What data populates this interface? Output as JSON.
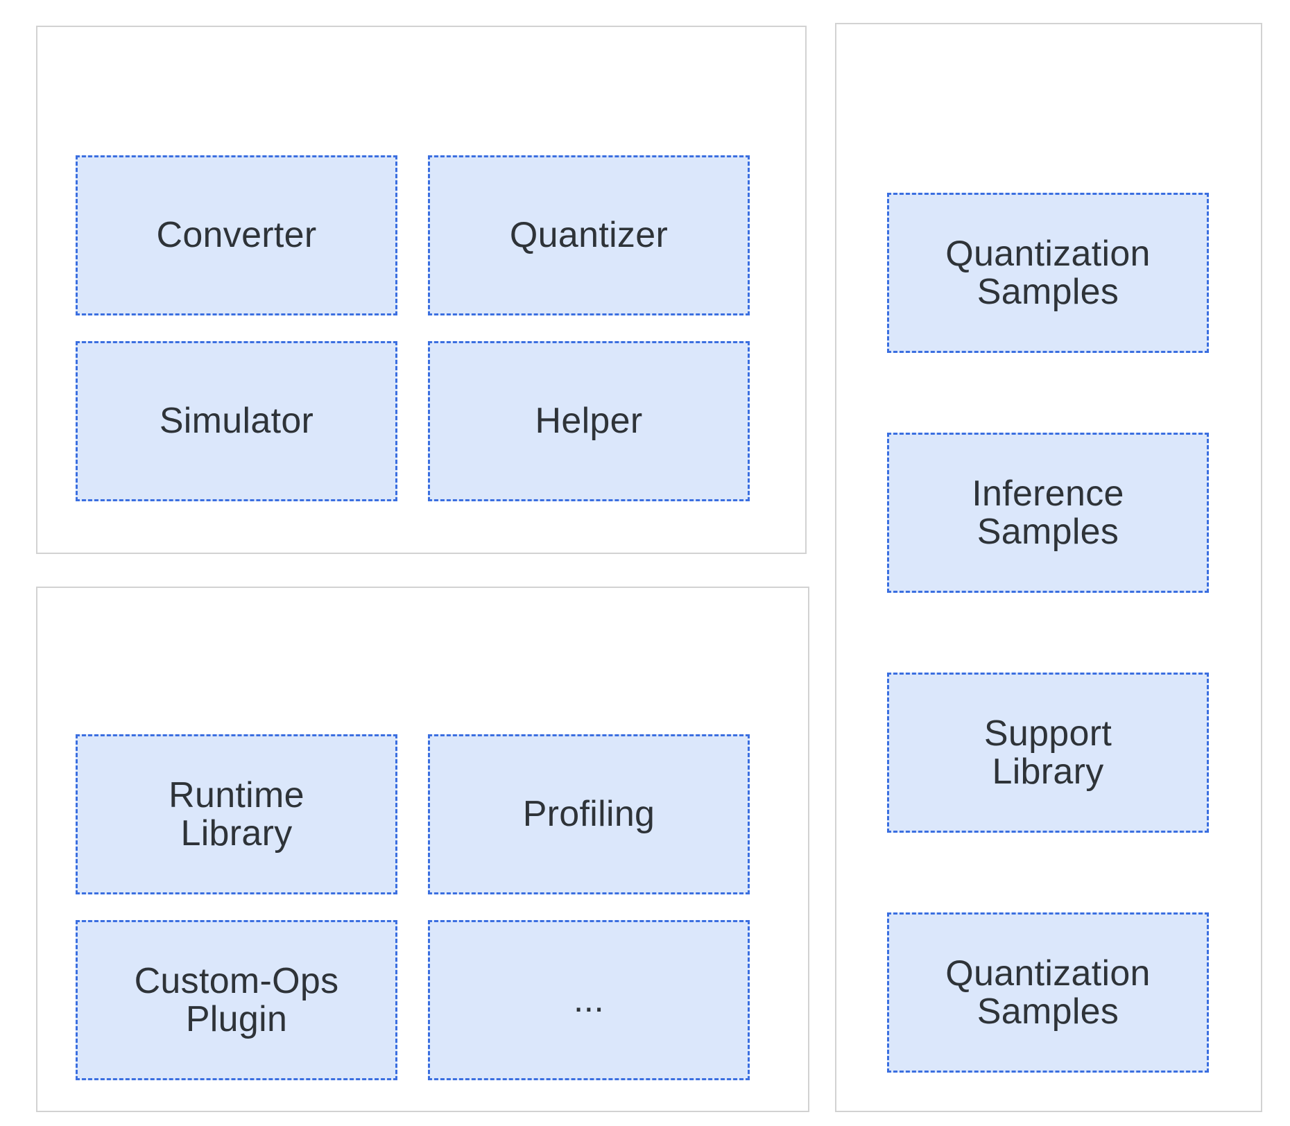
{
  "tools_panel": {
    "boxes": [
      {
        "label": "Converter"
      },
      {
        "label": "Quantizer"
      },
      {
        "label": "Simulator"
      },
      {
        "label": "Helper"
      }
    ]
  },
  "runtime_panel": {
    "boxes": [
      {
        "label": "Runtime\nLibrary"
      },
      {
        "label": "Profiling"
      },
      {
        "label": "Custom-Ops\nPlugin"
      },
      {
        "label": "..."
      }
    ]
  },
  "samples_panel": {
    "boxes": [
      {
        "label": "Quantization\nSamples"
      },
      {
        "label": "Inference\nSamples"
      },
      {
        "label": "Support\nLibrary"
      },
      {
        "label": "Quantization\nSamples"
      }
    ]
  },
  "colors": {
    "box_fill": "#dbe7fb",
    "box_border": "#3b6fe0",
    "panel_border": "#d2d2d2",
    "text": "#2e3338"
  }
}
